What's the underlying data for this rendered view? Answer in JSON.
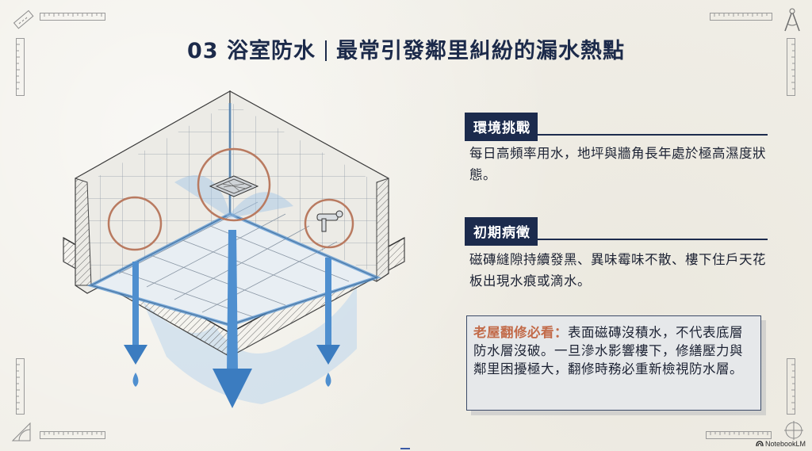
{
  "slide": {
    "title_part1": "03 浴室防水",
    "title_part2": "最常引發鄰里糾紛的漏水熱點"
  },
  "sections": [
    {
      "heading": "環境挑戰",
      "body": "每日高頻率用水，地坪與牆角長年處於極高濕度狀態。"
    },
    {
      "heading": "初期病徵",
      "body": "磁磚縫隙持續發黑、異味霉味不散、樓下住戶天花板出現水痕或滴水。"
    }
  ],
  "note": {
    "highlight": "老屋翻修必看：",
    "text": "表面磁磚沒積水，不代表底層防水層沒破。一旦滲水影響樓下，修繕壓力與鄰里困擾極大，翻修時務必重新檢視防水層。"
  },
  "brand": {
    "label": "NotebookLM"
  },
  "colors": {
    "navy": "#1c2b4d",
    "accent": "#c26b4a",
    "water": "#4f8fcf",
    "background": "#f1efe8"
  },
  "icons": [
    "ruler-icon",
    "compass-icon",
    "protractor-icon",
    "notebooklm-logo-icon"
  ]
}
